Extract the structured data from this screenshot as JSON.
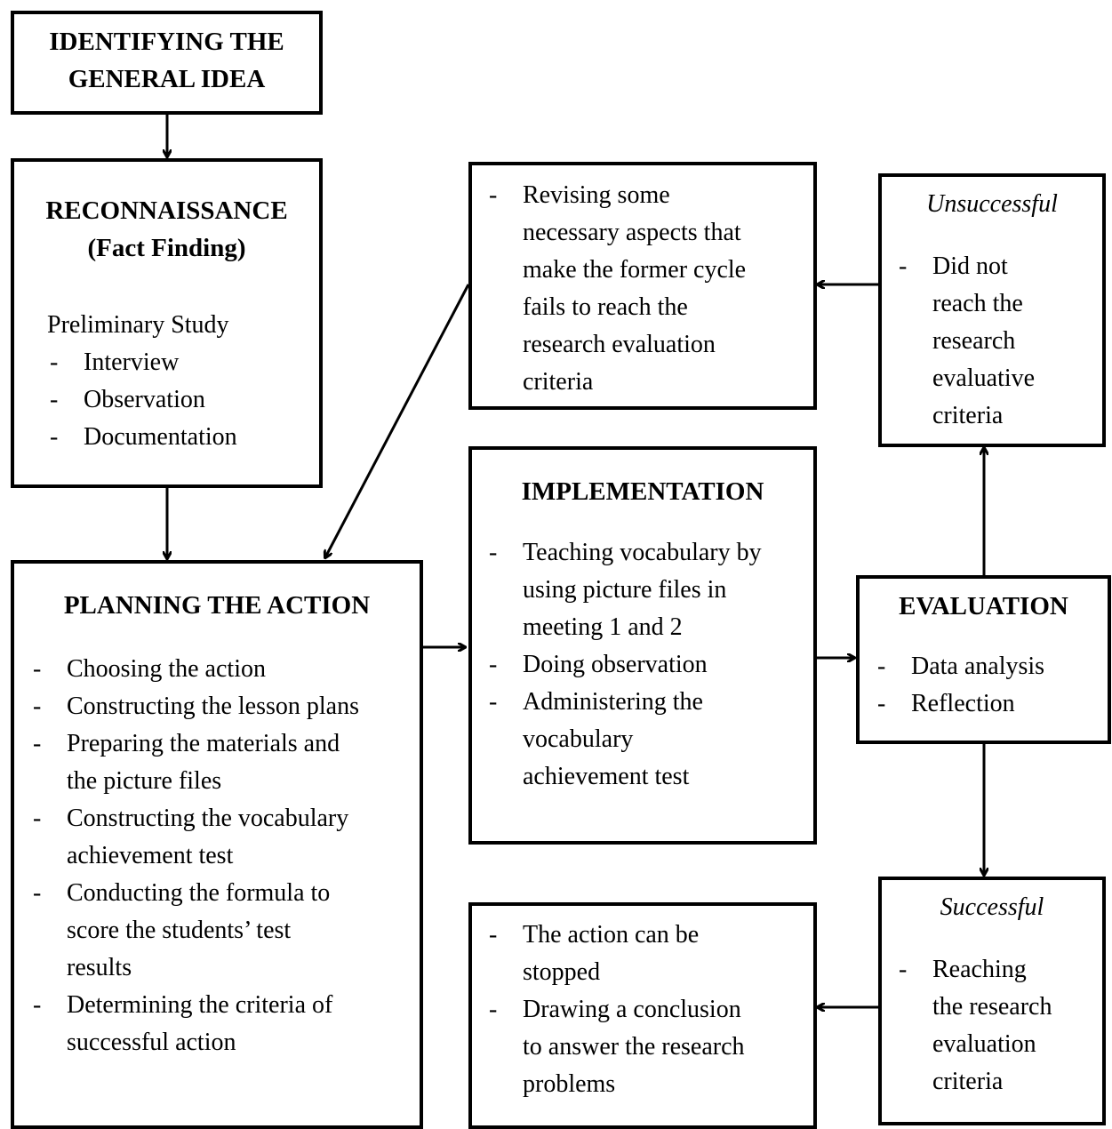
{
  "identify": {
    "lines": [
      "IDENTIFYING THE",
      "GENERAL IDEA"
    ]
  },
  "recon": {
    "title_lines": [
      "RECONNAISSANCE",
      "(Fact Finding)"
    ],
    "subtitle": "Preliminary Study",
    "items": [
      "Interview",
      "Observation",
      "Documentation"
    ]
  },
  "planning": {
    "title": "PLANNING THE ACTION",
    "items": [
      [
        "Choosing the action"
      ],
      [
        "Constructing the lesson plans"
      ],
      [
        "Preparing the materials and",
        "the picture files"
      ],
      [
        "Constructing the vocabulary",
        "achievement test"
      ],
      [
        "Conducting the formula to",
        "score the students’ test",
        "results"
      ],
      [
        "Determining the criteria of",
        "successful action"
      ]
    ]
  },
  "revise": {
    "item_lines": [
      "Revising some",
      "necessary aspects that",
      "make the former cycle",
      "fails to reach the",
      "research evaluation",
      "criteria"
    ]
  },
  "implementation": {
    "title": "IMPLEMENTATION",
    "items": [
      [
        "Teaching vocabulary by",
        "using picture files in",
        "meeting 1 and 2"
      ],
      [
        "Doing observation"
      ],
      [
        "Administering the",
        "vocabulary",
        "achievement test"
      ]
    ]
  },
  "unsuccessful": {
    "label": "Unsuccessful",
    "item_lines": [
      "Did not",
      "reach the",
      "research",
      "evaluative",
      "criteria"
    ]
  },
  "evaluation": {
    "title": "EVALUATION",
    "items": [
      "Data analysis",
      "Reflection"
    ]
  },
  "successful": {
    "label": "Successful",
    "item_lines": [
      "Reaching",
      "the research",
      "evaluation",
      "criteria"
    ]
  },
  "stop": {
    "items": [
      [
        "The action can be",
        "stopped"
      ],
      [
        "Drawing a conclusion",
        "to answer the research",
        "problems"
      ]
    ]
  },
  "dash": "-"
}
